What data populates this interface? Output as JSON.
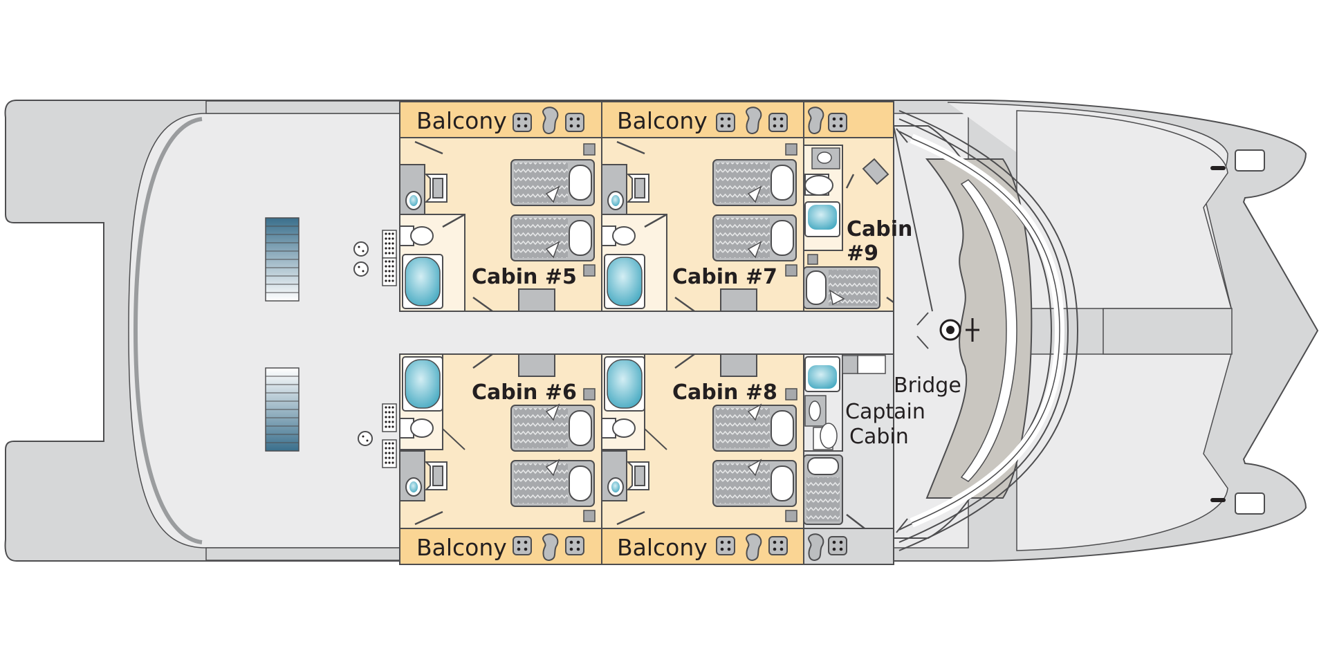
{
  "plan": {
    "balconies": [
      "Balcony",
      "Balcony",
      "Balcony",
      "Balcony"
    ],
    "cabins": {
      "c5": "Cabin #5",
      "c6": "Cabin #6",
      "c7": "Cabin #7",
      "c8": "Cabin #8",
      "c9_line1": "Cabin",
      "c9_line2": "#9"
    },
    "bridge": "Bridge",
    "captain_line1": "Captain",
    "captain_line2": "Cabin"
  },
  "colors": {
    "hull": "#d6d7d8",
    "deck": "#ebebec",
    "cabin_floor": "#fbe8c6",
    "balcony": "#fad594",
    "bath_floor": "#fdf3e2",
    "outline": "#4d4d4f",
    "water": "#4fb0c6",
    "bed": "#a7a9ac",
    "bridge_floor": "#c9c6c0"
  }
}
